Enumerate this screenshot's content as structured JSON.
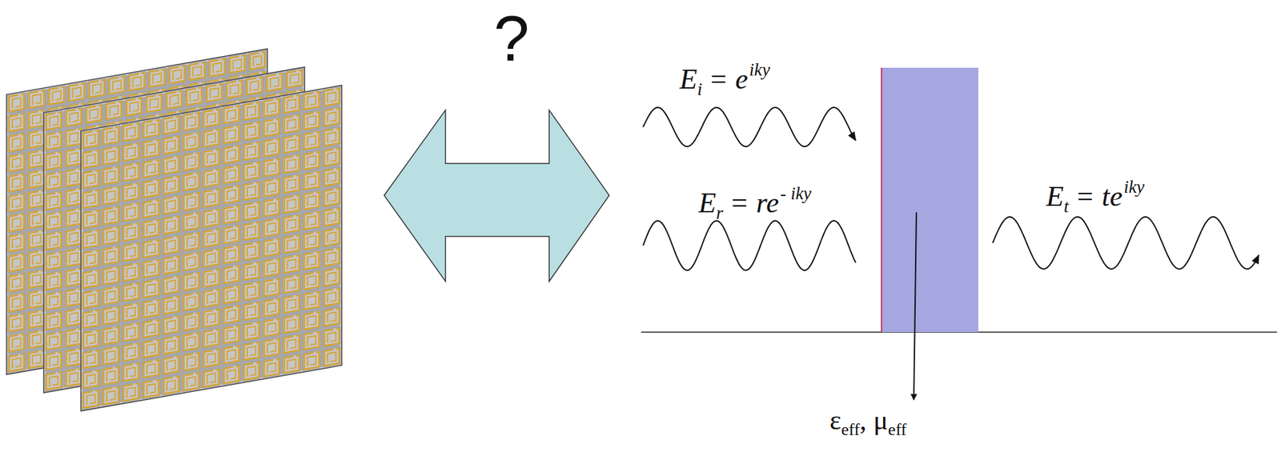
{
  "diagram": {
    "labels": [
      "?",
      "E",
      "i",
      "= e",
      "iky",
      "E",
      "r",
      "= re",
      "- iky",
      "E",
      "t",
      "= te",
      "iky",
      "ε",
      "eff",
      ", μ",
      "eff"
    ]
  }
}
